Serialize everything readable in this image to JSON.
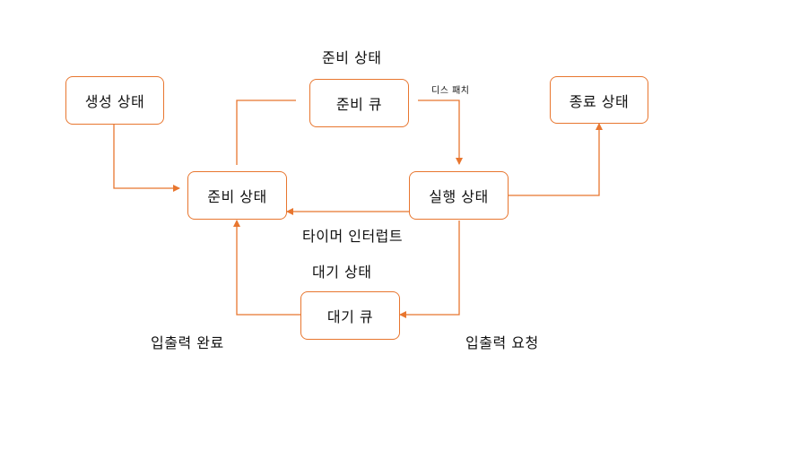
{
  "nodes": {
    "create": "생성 상태",
    "ready": "준비 상태",
    "ready_queue": "준비 큐",
    "running": "실행 상태",
    "terminated": "종료 상태",
    "wait_queue": "대기 큐"
  },
  "labels": {
    "ready_state_title": "준비 상태",
    "dispatch": "디스 패치",
    "timer_interrupt": "타이머 인터럽트",
    "wait_state_title": "대기 상태",
    "io_complete": "입출력 완료",
    "io_request": "입출력 요청"
  },
  "colors": {
    "accent": "#e8762f"
  }
}
